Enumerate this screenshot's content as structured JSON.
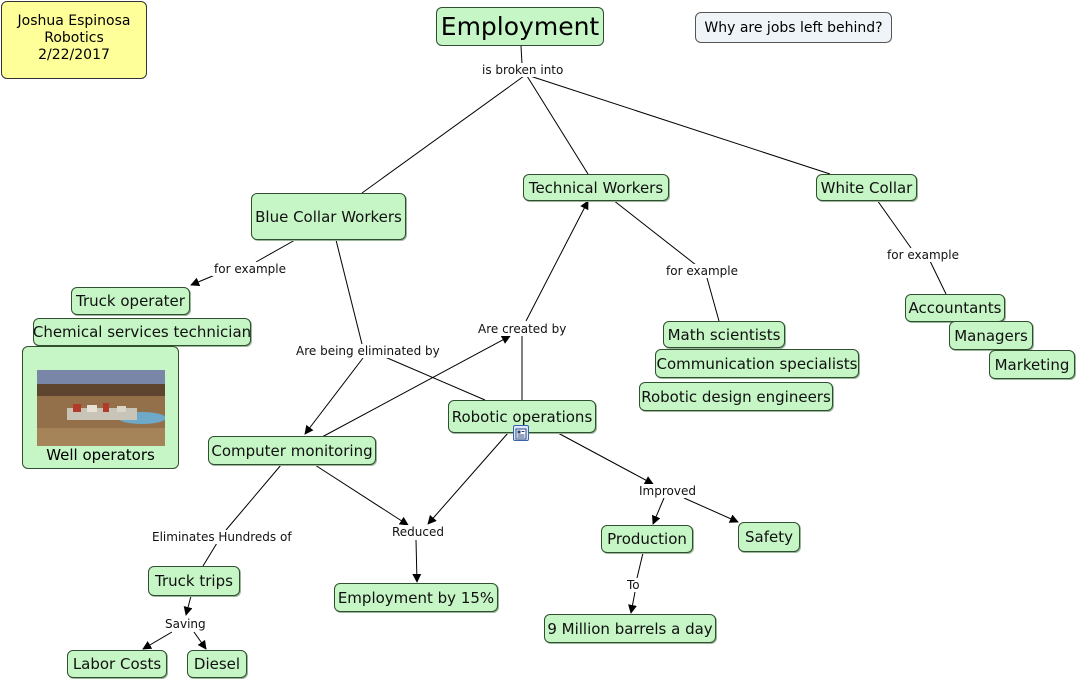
{
  "author_note": {
    "name": "Joshua Espinosa",
    "course": "Robotics",
    "date": "2/22/2017"
  },
  "question": "Why are jobs left behind?",
  "main": "Employment",
  "nodes": {
    "blue_collar": "Blue Collar Workers",
    "technical": "Technical Workers",
    "white_collar": "White Collar",
    "truck_operator": "Truck operater",
    "chemical_tech": "Chemical services technician",
    "well_operators": "Well operators",
    "math_scientists": "Math scientists",
    "comm_specialists": "Communication specialists",
    "robotic_engineers": "Robotic design engineers",
    "accountants": "Accountants",
    "managers": "Managers",
    "marketing": "Marketing",
    "computer_monitoring": "Computer monitoring",
    "robotic_operations": "Robotic operations",
    "truck_trips": "Truck trips",
    "labor_costs": "Labor Costs",
    "diesel": "Diesel",
    "employment_15": "Employment by 15%",
    "production": "Production",
    "safety": "Safety",
    "barrels": "9 Million barrels a day"
  },
  "links": {
    "broken_into": "is broken into",
    "for_example_blue": "for example",
    "for_example_tech": "for example",
    "for_example_white": "for example",
    "eliminated_by": "Are being eliminated by",
    "created_by": "Are created by",
    "eliminates": "Eliminates Hundreds of",
    "reduced": "Reduced",
    "improved": "Improved",
    "saving": "Saving",
    "to": "To"
  },
  "colors": {
    "node_fill": "#c6f5c6",
    "note_fill": "#ffff99",
    "question_fill": "#eef4f8",
    "line": "#000000"
  },
  "icons": [
    "document-icon",
    "photo-oil-field"
  ]
}
